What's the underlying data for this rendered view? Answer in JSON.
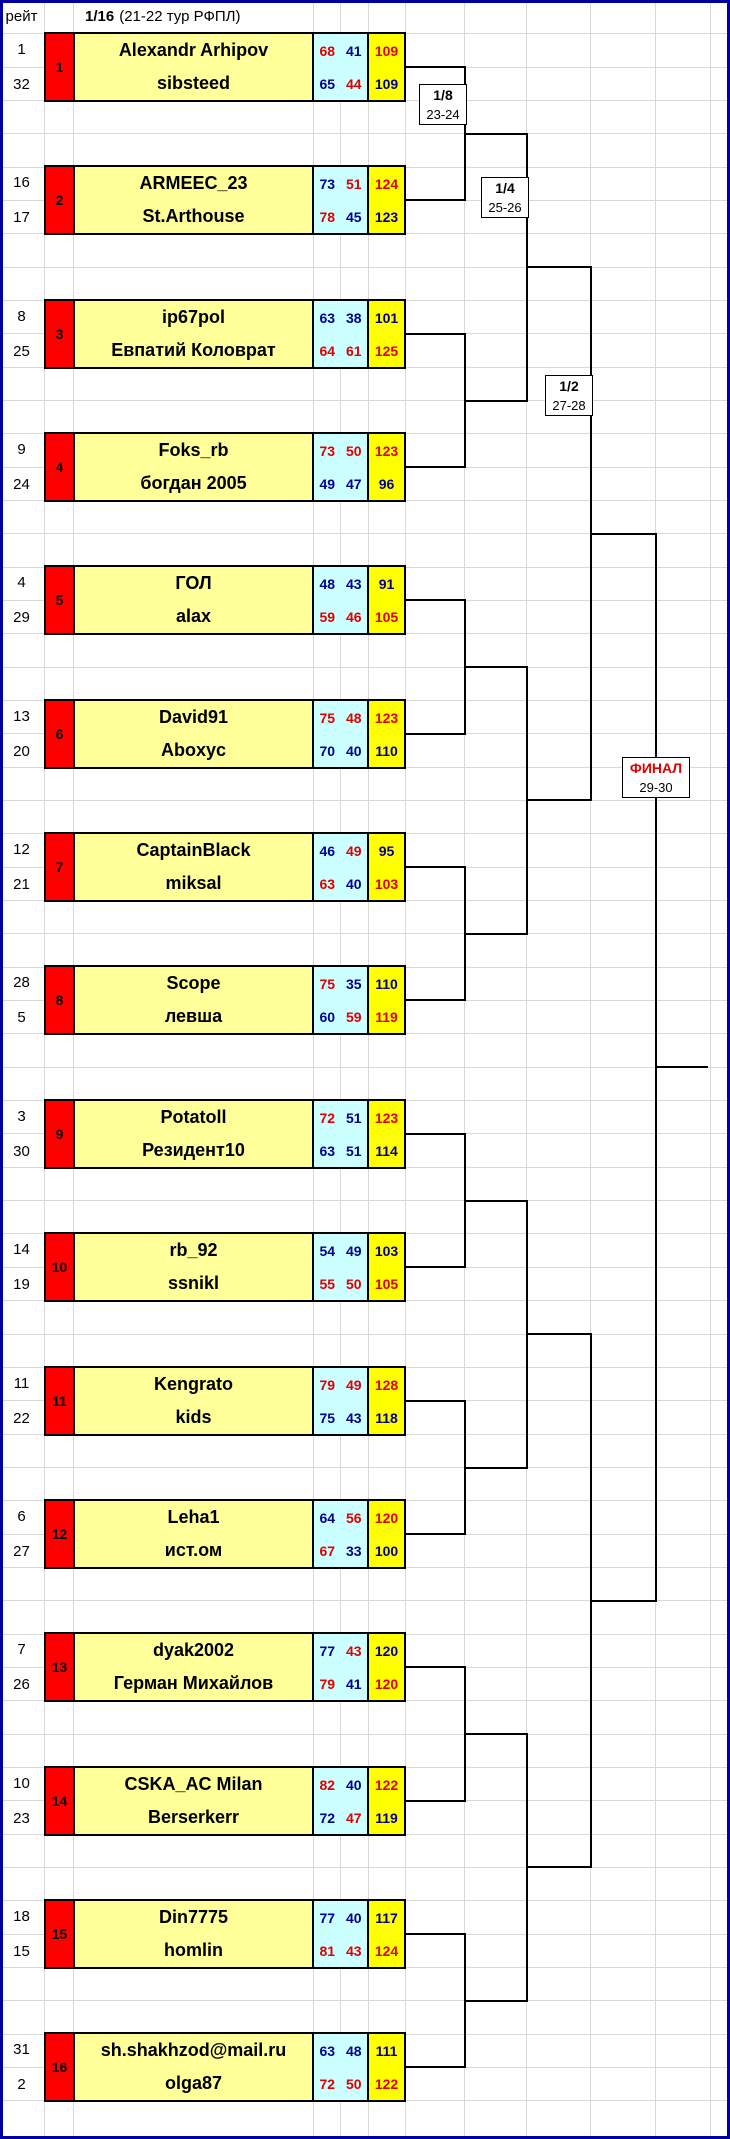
{
  "sheet": {
    "rate_header": "рейт",
    "title_bold": "1/16",
    "title_rest": "(21-22 тур РФПЛ)"
  },
  "rounds": {
    "r8": {
      "label": "1/8",
      "dates": "23-24"
    },
    "r4": {
      "label": "1/4",
      "dates": "25-26"
    },
    "r2": {
      "label": "1/2",
      "dates": "27-28"
    },
    "final": {
      "label": "ФИНАЛ",
      "dates": "29-30"
    }
  },
  "colors": {
    "score_win": "#e00000",
    "score_loss": "#00008b",
    "match_number_bg": "#ff0000",
    "name_bg": "#ffff99",
    "legs_bg": "#ccffff",
    "total_bg": "#ffff00",
    "final_label": "#e00000",
    "outer_border": "#0000a0"
  },
  "matches": [
    {
      "num": "1",
      "seed_top": "1",
      "seed_bottom": "32",
      "top": {
        "name": "Alexandr Arhipov",
        "leg1": "68",
        "leg2": "41",
        "total": "109",
        "leg1_res": "win",
        "leg2_res": "loss",
        "total_res": "win"
      },
      "bottom": {
        "name": "sibsteed",
        "leg1": "65",
        "leg2": "44",
        "total": "109",
        "leg1_res": "loss",
        "leg2_res": "win",
        "total_res": "loss"
      }
    },
    {
      "num": "2",
      "seed_top": "16",
      "seed_bottom": "17",
      "top": {
        "name": "ARMEEC_23",
        "leg1": "73",
        "leg2": "51",
        "total": "124",
        "leg1_res": "loss",
        "leg2_res": "win",
        "total_res": "win"
      },
      "bottom": {
        "name": "St.Arthouse",
        "leg1": "78",
        "leg2": "45",
        "total": "123",
        "leg1_res": "win",
        "leg2_res": "loss",
        "total_res": "loss"
      }
    },
    {
      "num": "3",
      "seed_top": "8",
      "seed_bottom": "25",
      "top": {
        "name": "ip67pol",
        "leg1": "63",
        "leg2": "38",
        "total": "101",
        "leg1_res": "loss",
        "leg2_res": "loss",
        "total_res": "loss"
      },
      "bottom": {
        "name": "Евпатий Коловрат",
        "leg1": "64",
        "leg2": "61",
        "total": "125",
        "leg1_res": "win",
        "leg2_res": "win",
        "total_res": "win"
      }
    },
    {
      "num": "4",
      "seed_top": "9",
      "seed_bottom": "24",
      "top": {
        "name": "Foks_rb",
        "leg1": "73",
        "leg2": "50",
        "total": "123",
        "leg1_res": "win",
        "leg2_res": "win",
        "total_res": "win"
      },
      "bottom": {
        "name": "богдан 2005",
        "leg1": "49",
        "leg2": "47",
        "total": "96",
        "leg1_res": "loss",
        "leg2_res": "loss",
        "total_res": "loss"
      }
    },
    {
      "num": "5",
      "seed_top": "4",
      "seed_bottom": "29",
      "top": {
        "name": "ГОЛ",
        "leg1": "48",
        "leg2": "43",
        "total": "91",
        "leg1_res": "loss",
        "leg2_res": "loss",
        "total_res": "loss"
      },
      "bottom": {
        "name": "alax",
        "leg1": "59",
        "leg2": "46",
        "total": "105",
        "leg1_res": "win",
        "leg2_res": "win",
        "total_res": "win"
      }
    },
    {
      "num": "6",
      "seed_top": "13",
      "seed_bottom": "20",
      "top": {
        "name": "David91",
        "leg1": "75",
        "leg2": "48",
        "total": "123",
        "leg1_res": "win",
        "leg2_res": "win",
        "total_res": "win"
      },
      "bottom": {
        "name": "Aboxyc",
        "leg1": "70",
        "leg2": "40",
        "total": "110",
        "leg1_res": "loss",
        "leg2_res": "loss",
        "total_res": "loss"
      }
    },
    {
      "num": "7",
      "seed_top": "12",
      "seed_bottom": "21",
      "top": {
        "name": "CaptainBlack",
        "leg1": "46",
        "leg2": "49",
        "total": "95",
        "leg1_res": "loss",
        "leg2_res": "win",
        "total_res": "loss"
      },
      "bottom": {
        "name": "miksal",
        "leg1": "63",
        "leg2": "40",
        "total": "103",
        "leg1_res": "win",
        "leg2_res": "loss",
        "total_res": "win"
      }
    },
    {
      "num": "8",
      "seed_top": "28",
      "seed_bottom": "5",
      "top": {
        "name": "Scope",
        "leg1": "75",
        "leg2": "35",
        "total": "110",
        "leg1_res": "win",
        "leg2_res": "loss",
        "total_res": "loss"
      },
      "bottom": {
        "name": "левша",
        "leg1": "60",
        "leg2": "59",
        "total": "119",
        "leg1_res": "loss",
        "leg2_res": "win",
        "total_res": "win"
      }
    },
    {
      "num": "9",
      "seed_top": "3",
      "seed_bottom": "30",
      "top": {
        "name": "Potatoll",
        "leg1": "72",
        "leg2": "51",
        "total": "123",
        "leg1_res": "win",
        "leg2_res": "loss",
        "total_res": "win"
      },
      "bottom": {
        "name": "Резидент10",
        "leg1": "63",
        "leg2": "51",
        "total": "114",
        "leg1_res": "loss",
        "leg2_res": "loss",
        "total_res": "loss"
      }
    },
    {
      "num": "10",
      "seed_top": "14",
      "seed_bottom": "19",
      "top": {
        "name": "rb_92",
        "leg1": "54",
        "leg2": "49",
        "total": "103",
        "leg1_res": "loss",
        "leg2_res": "loss",
        "total_res": "loss"
      },
      "bottom": {
        "name": "ssnikl",
        "leg1": "55",
        "leg2": "50",
        "total": "105",
        "leg1_res": "win",
        "leg2_res": "win",
        "total_res": "win"
      }
    },
    {
      "num": "11",
      "seed_top": "11",
      "seed_bottom": "22",
      "top": {
        "name": "Kengrato",
        "leg1": "79",
        "leg2": "49",
        "total": "128",
        "leg1_res": "win",
        "leg2_res": "win",
        "total_res": "win"
      },
      "bottom": {
        "name": "kids",
        "leg1": "75",
        "leg2": "43",
        "total": "118",
        "leg1_res": "loss",
        "leg2_res": "loss",
        "total_res": "loss"
      }
    },
    {
      "num": "12",
      "seed_top": "6",
      "seed_bottom": "27",
      "top": {
        "name": "Leha1",
        "leg1": "64",
        "leg2": "56",
        "total": "120",
        "leg1_res": "loss",
        "leg2_res": "win",
        "total_res": "win"
      },
      "bottom": {
        "name": "ист.ом",
        "leg1": "67",
        "leg2": "33",
        "total": "100",
        "leg1_res": "win",
        "leg2_res": "loss",
        "total_res": "loss"
      }
    },
    {
      "num": "13",
      "seed_top": "7",
      "seed_bottom": "26",
      "top": {
        "name": "dyak2002",
        "leg1": "77",
        "leg2": "43",
        "total": "120",
        "leg1_res": "loss",
        "leg2_res": "win",
        "total_res": "loss"
      },
      "bottom": {
        "name": "Герман Михайлов",
        "leg1": "79",
        "leg2": "41",
        "total": "120",
        "leg1_res": "win",
        "leg2_res": "loss",
        "total_res": "win"
      }
    },
    {
      "num": "14",
      "seed_top": "10",
      "seed_bottom": "23",
      "top": {
        "name": "CSKA_AC Milan",
        "leg1": "82",
        "leg2": "40",
        "total": "122",
        "leg1_res": "win",
        "leg2_res": "loss",
        "total_res": "win"
      },
      "bottom": {
        "name": "Berserkerr",
        "leg1": "72",
        "leg2": "47",
        "total": "119",
        "leg1_res": "loss",
        "leg2_res": "win",
        "total_res": "loss"
      }
    },
    {
      "num": "15",
      "seed_top": "18",
      "seed_bottom": "15",
      "top": {
        "name": "Din7775",
        "leg1": "77",
        "leg2": "40",
        "total": "117",
        "leg1_res": "loss",
        "leg2_res": "loss",
        "total_res": "loss"
      },
      "bottom": {
        "name": "homlin",
        "leg1": "81",
        "leg2": "43",
        "total": "124",
        "leg1_res": "win",
        "leg2_res": "win",
        "total_res": "win"
      }
    },
    {
      "num": "16",
      "seed_top": "31",
      "seed_bottom": "2",
      "top": {
        "name": "sh.shakhzod@mail.ru",
        "leg1": "63",
        "leg2": "48",
        "total": "111",
        "leg1_res": "loss",
        "leg2_res": "loss",
        "total_res": "loss"
      },
      "bottom": {
        "name": "olga87",
        "leg1": "72",
        "leg2": "50",
        "total": "122",
        "leg1_res": "win",
        "leg2_res": "win",
        "total_res": "win"
      }
    }
  ]
}
